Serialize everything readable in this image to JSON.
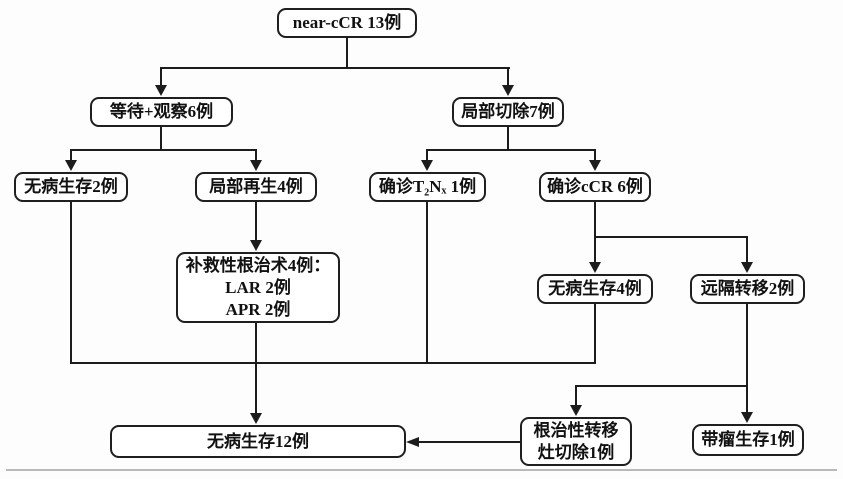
{
  "diagram": {
    "nodes": {
      "root": {
        "label": "near-cCR 13例"
      },
      "wait_watch": {
        "label": "等待+观察6例"
      },
      "local_excision": {
        "label": "局部切除7例"
      },
      "dfs2": {
        "label": "无病生存2例"
      },
      "regrowth": {
        "label": "局部再生4例"
      },
      "t2nx": {
        "label": "确诊T₂Nₓ 1例"
      },
      "ccr6": {
        "label": "确诊cCR 6例"
      },
      "salvage": {
        "lines": [
          "补救性根治术4例：",
          "LAR 2例",
          "APR 2例"
        ]
      },
      "dfs4": {
        "label": "无病生存4例"
      },
      "distant_met": {
        "label": "远隔转移2例"
      },
      "dfs12": {
        "label": "无病生存12例"
      },
      "radical_met": {
        "lines": [
          "根治性转移",
          "灶切除1例"
        ]
      },
      "tumor_survival": {
        "label": "带瘤生存1例"
      }
    },
    "edges": [
      {
        "from": "near-cCR 13例",
        "to": "等待+观察6例"
      },
      {
        "from": "near-cCR 13例",
        "to": "局部切除7例"
      },
      {
        "from": "等待+观察6例",
        "to": "无病生存2例"
      },
      {
        "from": "等待+观察6例",
        "to": "局部再生4例"
      },
      {
        "from": "局部切除7例",
        "to": "确诊T₂Nₓ 1例"
      },
      {
        "from": "局部切除7例",
        "to": "确诊cCR 6例"
      },
      {
        "from": "局部再生4例",
        "to": "补救性根治术4例：LAR 2例 APR 2例"
      },
      {
        "from": "确诊cCR 6例",
        "to": "无病生存4例"
      },
      {
        "from": "确诊cCR 6例",
        "to": "远隔转移2例"
      },
      {
        "from": "无病生存2例",
        "to": "无病生存12例"
      },
      {
        "from": "补救性根治术4例：LAR 2例 APR 2例",
        "to": "无病生存12例"
      },
      {
        "from": "确诊T₂Nₓ 1例",
        "to": "无病生存12例"
      },
      {
        "from": "无病生存4例",
        "to": "无病生存12例"
      },
      {
        "from": "远隔转移2例",
        "to": "根治性转移灶切除1例"
      },
      {
        "from": "远隔转移2例",
        "to": "带瘤生存1例"
      },
      {
        "from": "根治性转移灶切除1例",
        "to": "无病生存12例"
      }
    ]
  }
}
